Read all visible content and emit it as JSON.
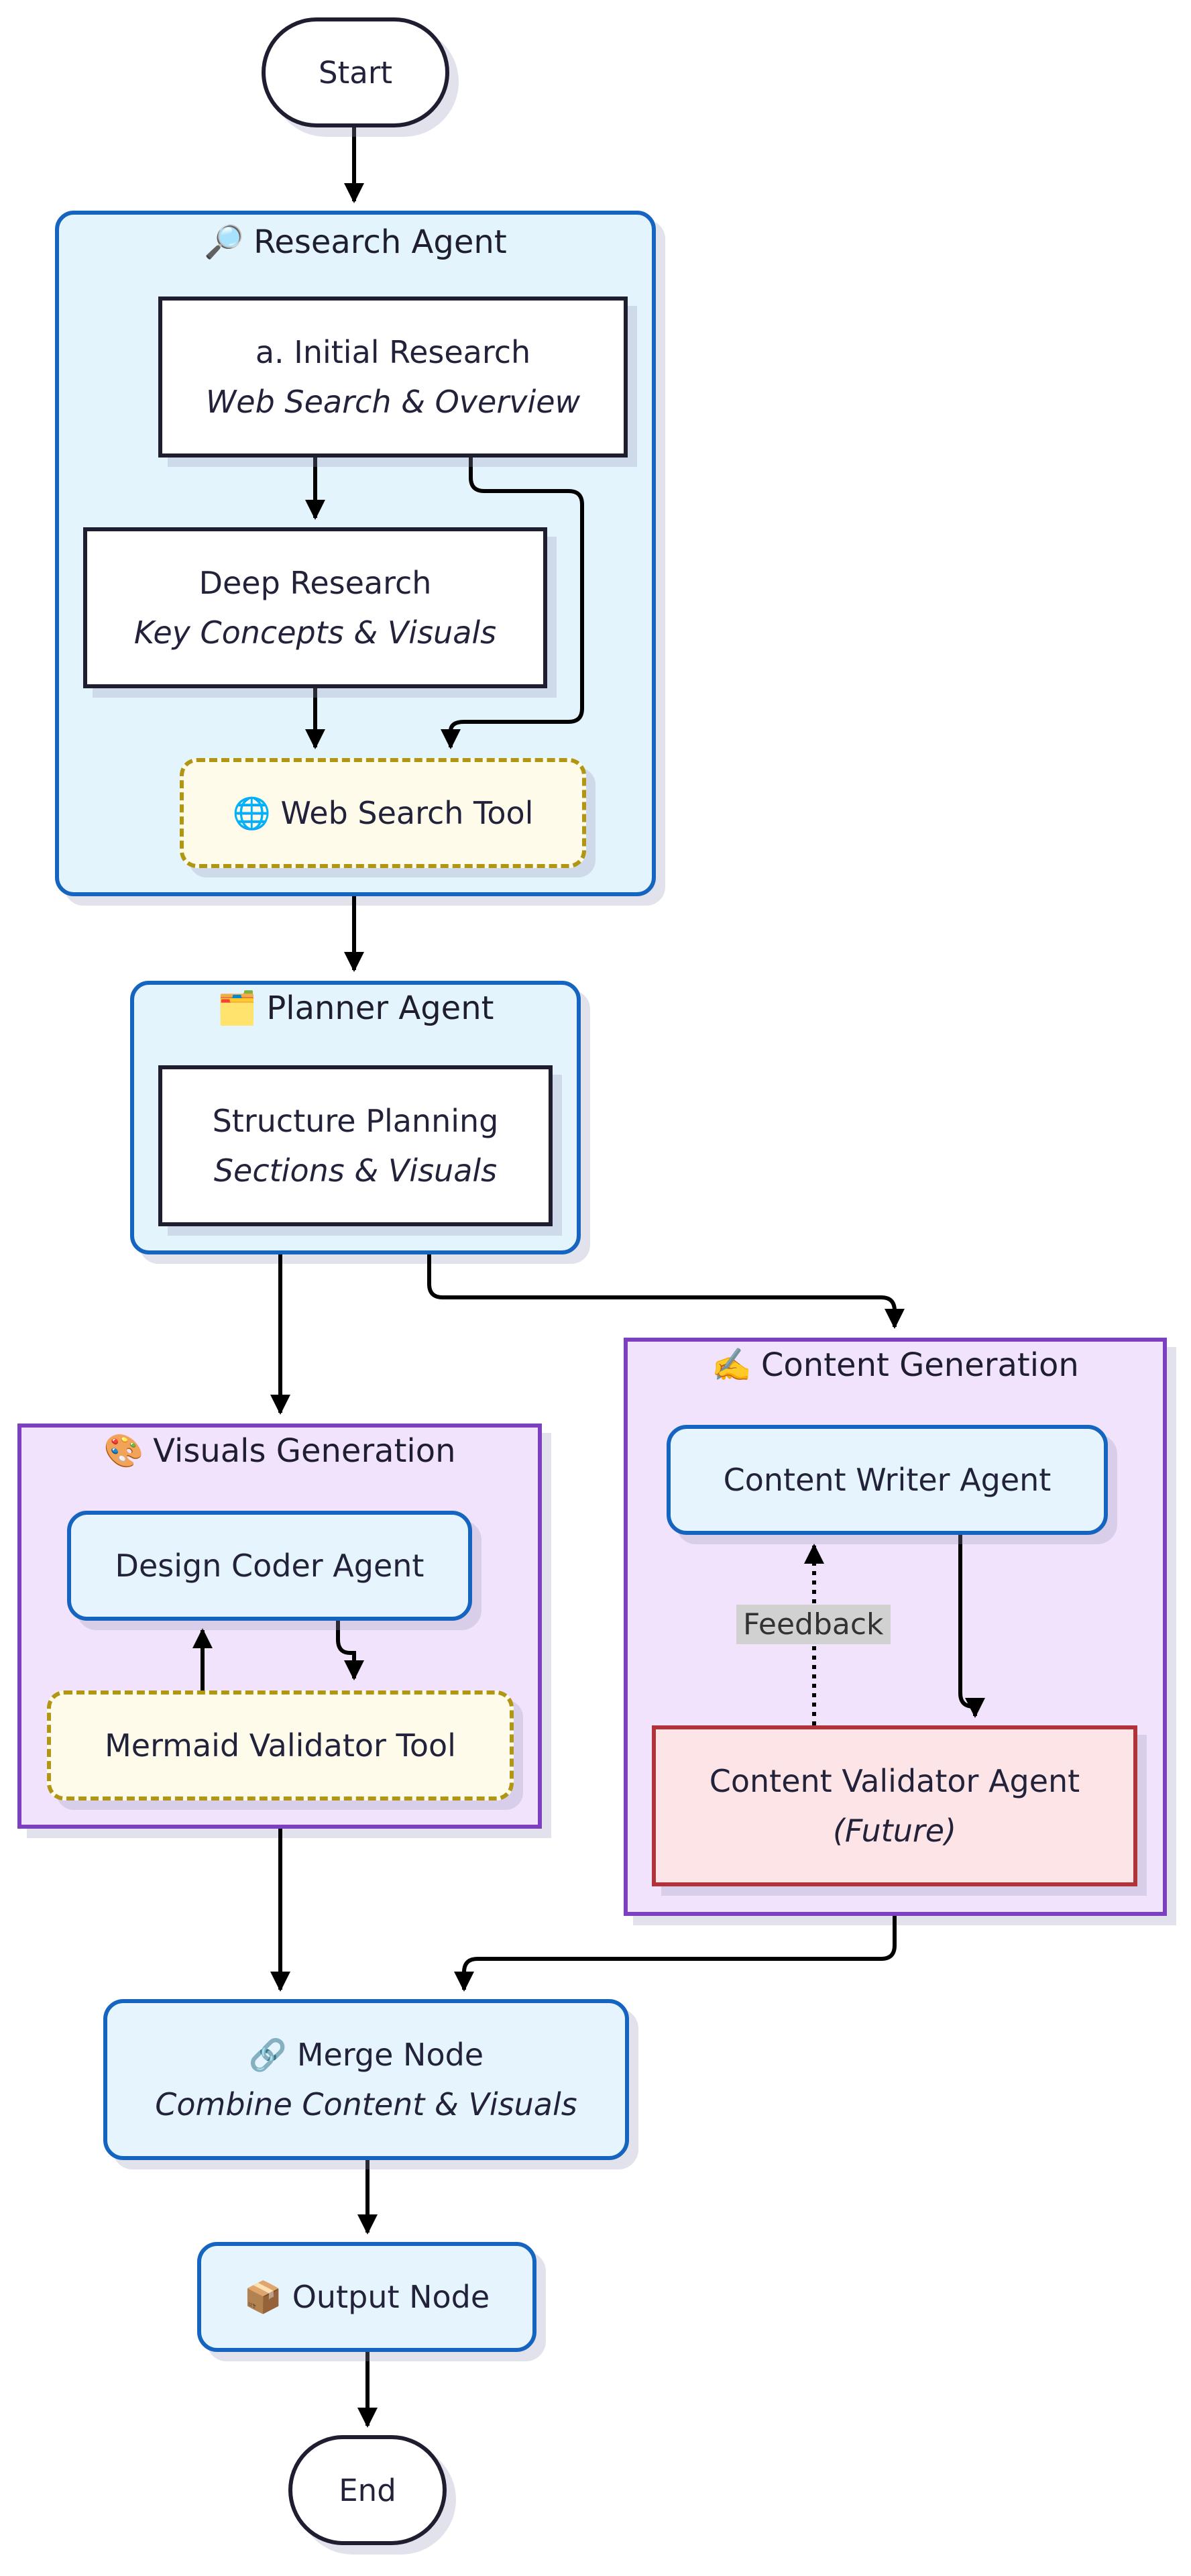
{
  "start": {
    "label": "Start"
  },
  "research_agent": {
    "title": "Research Agent",
    "icon": "magnifier-icon",
    "initial_research": {
      "title": "a. Initial Research",
      "subtitle": "Web Search & Overview"
    },
    "deep_research": {
      "title": "Deep Research",
      "subtitle": "Key Concepts & Visuals"
    },
    "web_search_tool": {
      "label": "Web Search Tool",
      "icon": "globe-icon"
    }
  },
  "planner_agent": {
    "title": "Planner Agent",
    "icon": "card-index-icon",
    "structure_planning": {
      "title": "Structure Planning",
      "subtitle": "Sections & Visuals"
    }
  },
  "content_generation": {
    "title": "Content Generation",
    "icon": "writing-hand-icon",
    "writer": {
      "label": "Content Writer Agent"
    },
    "validator": {
      "title": "Content Validator Agent",
      "subtitle": "(Future)"
    },
    "feedback_label": "Feedback"
  },
  "visuals_generation": {
    "title": "Visuals Generation",
    "icon": "palette-icon",
    "design_coder": {
      "label": "Design Coder Agent"
    },
    "mermaid_validator": {
      "label": "Mermaid Validator Tool"
    }
  },
  "merge_node": {
    "title": "Merge Node",
    "subtitle": "Combine Content & Visuals",
    "icon": "link-icon"
  },
  "output_node": {
    "label": "Output Node",
    "icon": "package-icon"
  },
  "end": {
    "label": "End"
  },
  "colors": {
    "agent_border": "#1565c0",
    "agent_fill": "#e3f4fc",
    "group_border": "#7b3fc0",
    "group_fill": "#f1e3fb",
    "tool_border": "#b09612",
    "tool_fill": "#fefbea",
    "validator_border": "#b0333a",
    "validator_fill": "#fde5e7",
    "edge": "#000000"
  }
}
